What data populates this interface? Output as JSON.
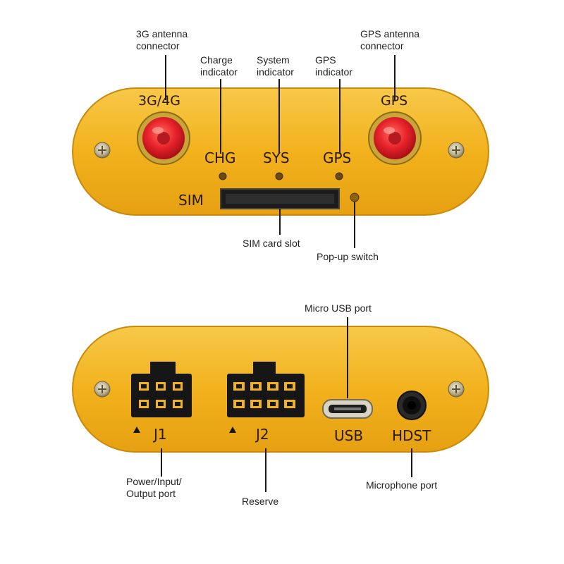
{
  "colors": {
    "panel": "#f2b21c",
    "panel_light": "#f7c84a",
    "panel_dark": "#d8930a",
    "antenna_red": "#e8232b",
    "callout_line": "#1a1a1a",
    "text": "#222222"
  },
  "top_panel": {
    "marks": {
      "antenna_3g": "3G/4G",
      "antenna_gps": "GPS",
      "chg": "CHG",
      "sys": "SYS",
      "gps_led": "GPS",
      "sim": "SIM"
    },
    "callouts": {
      "antenna_3g": [
        "3G antenna",
        "connector"
      ],
      "antenna_gps": [
        "GPS antenna",
        "connector"
      ],
      "charge": [
        "Charge",
        "indicator"
      ],
      "system": [
        "System",
        "indicator"
      ],
      "gps_indicator": [
        "GPS",
        "indicator"
      ],
      "sim_slot": "SIM card slot",
      "popup_switch": "Pop-up switch"
    }
  },
  "bottom_panel": {
    "marks": {
      "j1": "J1",
      "j2": "J2",
      "usb": "USB",
      "hdst": "HDST"
    },
    "callouts": {
      "micro_usb": "Micro USB port",
      "power_port": [
        "Power/Input/",
        "Output port"
      ],
      "reserve": "Reserve",
      "microphone": "Microphone port"
    }
  }
}
